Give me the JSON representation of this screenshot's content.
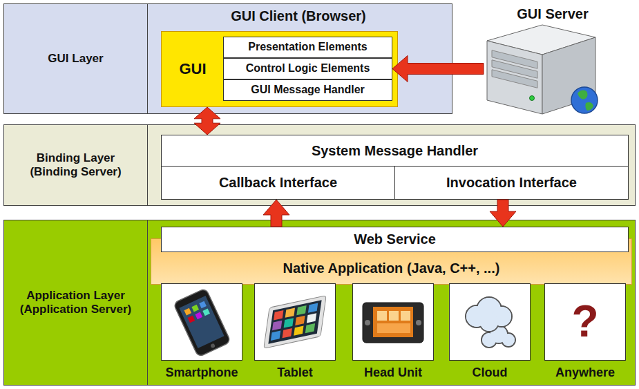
{
  "diagram": {
    "nodes": [
      {
        "text": [
          "GUI Layer"
        ]
      },
      {
        "text": [
          "GUI Client (Browser)",
          "GUI"
        ],
        "in": 0
      },
      {
        "text": [
          "Presentation Elements"
        ],
        "in": 1
      },
      {
        "text": [
          "Control Logic Elements"
        ],
        "in": 1
      },
      {
        "text": [
          "GUI Message Handler"
        ],
        "in": 1
      },
      {
        "text": [
          "GUI Server"
        ]
      },
      {
        "text": [
          "Binding Layer (Binding Server)"
        ]
      },
      {
        "text": [
          "System Message Handler"
        ],
        "in": 6
      },
      {
        "text": [
          "Callback Interface"
        ],
        "in": 6
      },
      {
        "text": [
          "Invocation Interface"
        ],
        "in": 6
      },
      {
        "text": [
          "Application Layer (Application Server)"
        ]
      },
      {
        "text": [
          "Native Application (Java, C++, ...)"
        ],
        "in": 10
      },
      {
        "text": [
          "Web Service"
        ],
        "in": 10
      },
      {
        "text": [
          "Smartphone"
        ],
        "in": 10
      },
      {
        "text": [
          "Tablet"
        ],
        "in": 10
      },
      {
        "text": [
          "Head Unit"
        ],
        "in": 10
      },
      {
        "text": [
          "Cloud"
        ],
        "in": 10
      },
      {
        "text": [
          "?",
          "Anywhere"
        ],
        "in": 10
      }
    ],
    "edges": [
      {
        "from": 5,
        "to": 3,
        "arrow": "to"
      },
      {
        "from": 1,
        "to": 7,
        "arrow": "both"
      },
      {
        "from": 12,
        "to": 8,
        "arrow": "to"
      },
      {
        "from": 9,
        "to": 12,
        "arrow": "to"
      }
    ]
  }
}
